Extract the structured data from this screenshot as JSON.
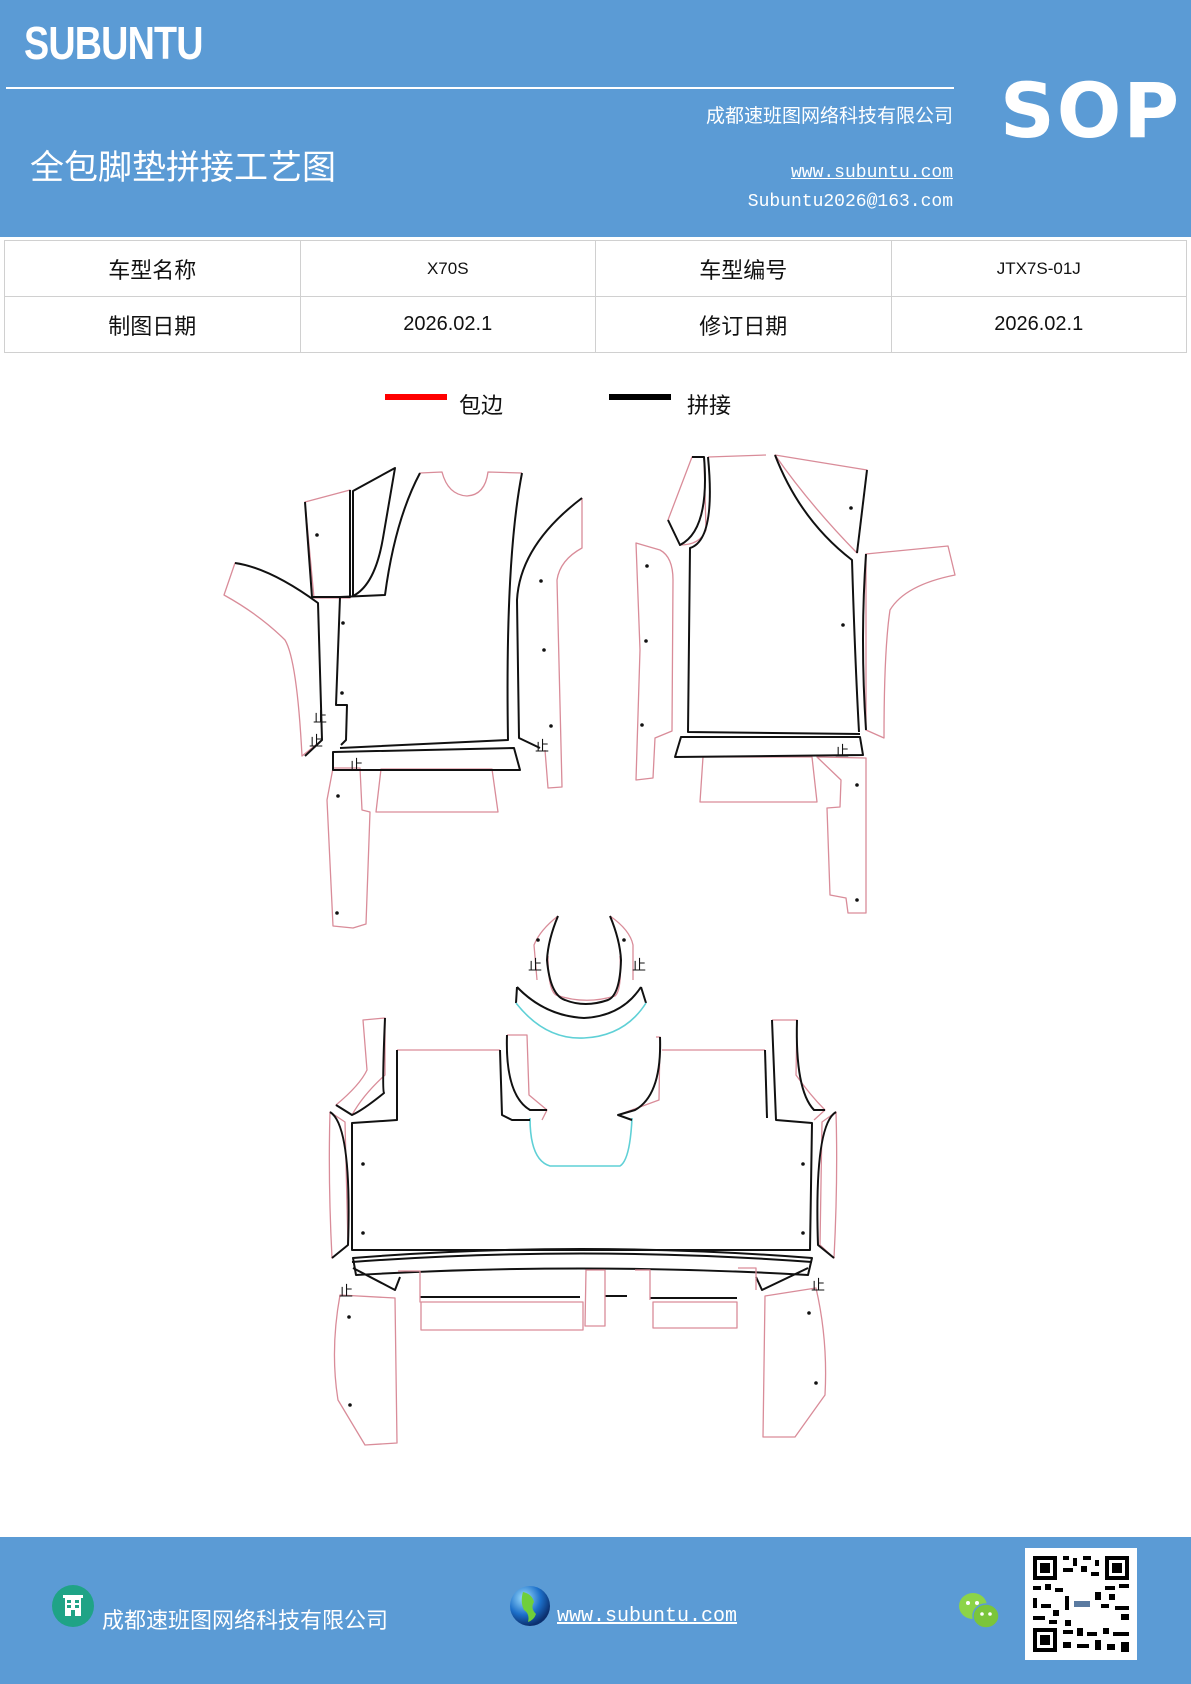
{
  "header": {
    "brand": "SUBUNTU",
    "title": "全包脚垫拼接工艺图",
    "company": "成都速班图网络科技有限公司",
    "website": "www.subuntu.com",
    "email": "Subuntu2026@163.com",
    "badge": "SOP",
    "background_color": "#5b9bd5"
  },
  "info_table": {
    "rows": [
      {
        "label1": "车型名称",
        "value1": "X70S",
        "label2": "车型编号",
        "value2": "JTX7S-01J"
      },
      {
        "label1": "制图日期",
        "value1": "2026.02.1",
        "label2": "修订日期",
        "value2": "2026.02.1"
      }
    ]
  },
  "legend": {
    "items": [
      {
        "label": "包边",
        "color": "#ff0000"
      },
      {
        "label": "拼接",
        "color": "#000000"
      }
    ]
  },
  "drawing": {
    "description": "全包脚垫拼接工艺图 pattern pieces: front-left, front-right, rear row and rear center arch",
    "stop_mark": "止",
    "outline_colors": {
      "edge_binding": "#d98c99",
      "seam": "#000000",
      "center": "#5fd0d6"
    }
  },
  "footer": {
    "company": "成都速班图网络科技有限公司",
    "website": "www.subuntu.com",
    "icons": [
      "building-icon",
      "globe-icon",
      "wechat-icon",
      "qr-code"
    ]
  }
}
